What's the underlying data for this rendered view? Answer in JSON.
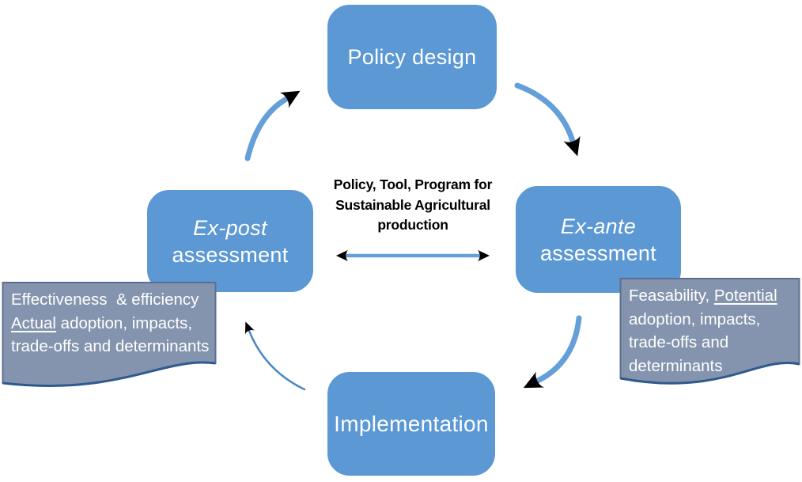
{
  "colors": {
    "box_blue": "#5b98d4",
    "box_border": "#ffffff",
    "arrow_blue": "#659fd9",
    "thin_arrow_blue": "#4c87c6",
    "callout_fill": "#8494ae",
    "callout_border": "#5c6f91",
    "callout_wave_border": "#2f5a8e",
    "center_text": "#000000",
    "box_text": "#ffffff",
    "callout_text": "#ffffff",
    "page_bg": "#ffffff"
  },
  "boxes": {
    "policy_design": {
      "label": "Policy design"
    },
    "ex_ante": {
      "line1": "Ex-ante",
      "line2": "assessment"
    },
    "ex_post": {
      "line1": "Ex-post",
      "line2": "assessment"
    },
    "implementation": {
      "label": "Implementation"
    }
  },
  "center": {
    "lines": [
      "Policy, Tool, Program for",
      "Sustainable Agricultural",
      "production"
    ]
  },
  "callouts": {
    "ex_post_note": {
      "lines": [
        [
          {
            "text": "Effectiveness  & efficiency"
          }
        ],
        [
          {
            "text": "Actual",
            "underline": true
          },
          {
            "text": " adoption, impacts,"
          }
        ],
        [
          {
            "text": "trade-offs and determinants"
          }
        ]
      ]
    },
    "ex_ante_note": {
      "lines": [
        [
          {
            "text": "Feasability, "
          },
          {
            "text": "Potential",
            "underline": true
          }
        ],
        [
          {
            "text": "adoption, impacts,"
          }
        ],
        [
          {
            "text": "trade-offs and"
          }
        ],
        [
          {
            "text": "determinants"
          }
        ]
      ]
    }
  },
  "icons": {
    "arrow_policy_to_exante": "curved-arrow-clockwise",
    "arrow_exante_to_implementation": "curved-arrow-clockwise",
    "arrow_implementation_to_expost": "thin-curved-arrow-clockwise",
    "arrow_expost_to_policy": "curved-arrow-clockwise",
    "center_double_arrow": "double-headed-horizontal-arrow"
  }
}
